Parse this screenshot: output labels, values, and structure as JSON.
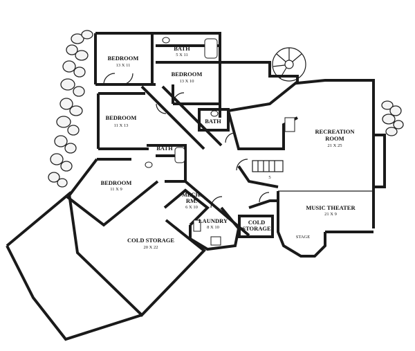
{
  "rooms": {
    "bedroom1": {
      "name": "BEDROOM",
      "size": "13 X 11"
    },
    "bath1": {
      "name": "BATH",
      "size": "5 X 11"
    },
    "bedroom2": {
      "name": "BEDROOM",
      "size": "13 X 10"
    },
    "bedroom3": {
      "name": "BEDROOM",
      "size": "11 X 13"
    },
    "bath2": {
      "name": "BATH"
    },
    "bath3": {
      "name": "BATH"
    },
    "bedroom4": {
      "name": "BEDROOM",
      "size": "11 X 9"
    },
    "mech": {
      "name1": "MECH.",
      "name2": "RM.",
      "size": "6 X 10"
    },
    "laundry": {
      "name": "LAUNDRY",
      "size": "8 X 10"
    },
    "cold_small": {
      "name1": "COLD",
      "name2": "STORAGE"
    },
    "cold_large": {
      "name": "COLD STORAGE",
      "size": "20 X 22"
    },
    "recreation": {
      "name1": "RECREATION",
      "name2": "ROOM",
      "size": "21 X 25"
    },
    "music": {
      "name": "MUSIC THEATER",
      "size": "21 X 9"
    },
    "stage": {
      "name": "STAGE"
    }
  },
  "stair_label": "5"
}
